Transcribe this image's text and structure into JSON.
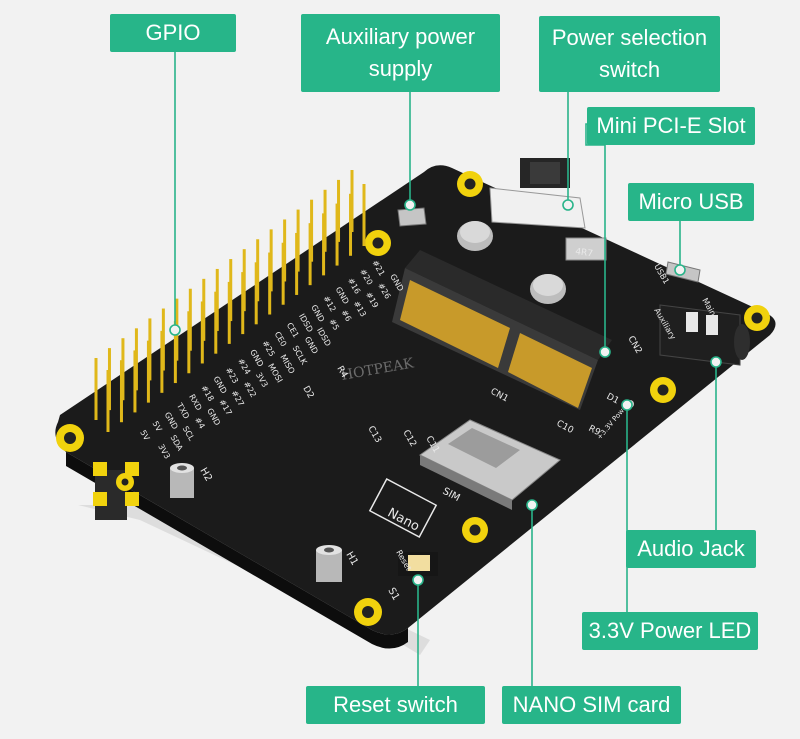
{
  "image_title": "",
  "colors": {
    "callout_bg": "#27b589",
    "leader_line": "#29b48a",
    "pcb": "#1b1b1b",
    "pad_gold": "#f1d20d",
    "background": "#f2f2f2"
  },
  "callouts": {
    "gpio": "GPIO",
    "aux_power": "Auxiliary power\nsupply",
    "power_select": "Power selection\nswitch",
    "mini_pcie": "Mini PCI-E Slot",
    "micro_usb": "Micro USB",
    "audio_jack": "Audio Jack",
    "power_led": "3.3V Power LED",
    "reset_switch": "Reset switch",
    "nano_sim": "NANO SIM card"
  },
  "silkscreen": {
    "sim_nano": "Nano",
    "sim": "SIM",
    "reset": "Reset",
    "h1": "H1",
    "h2": "H2",
    "s1": "S1",
    "cn1": "CN1",
    "cn2": "CN2",
    "d1": "D1",
    "d2": "D2",
    "r4": "R4",
    "c13": "C13",
    "c12": "C12",
    "c11": "C11",
    "c10": "C10",
    "r9": "R9",
    "power_3v3": "+3.3V Power",
    "main": "Main",
    "auxiliary": "Auxiliary",
    "usb1": "USB1",
    "inductor": "4R7",
    "watermark": "HOTPEAK",
    "gpio_left_row": [
      "5V",
      "5V",
      "GND",
      "TXD",
      "RXD",
      "#18",
      "GND",
      "#23",
      "#24",
      "GND",
      "#25",
      "CE0",
      "CE1",
      "IDSD",
      "GND",
      "#12",
      "GND",
      "#16",
      "#20",
      "#21"
    ],
    "gpio_right_row": [
      "3V3",
      "SDA",
      "SCL",
      "#4",
      "GND",
      "#17",
      "#27",
      "#22",
      "3V3",
      "MOSI",
      "MISO",
      "SCLK",
      "GND",
      "IDSD",
      "#5",
      "#6",
      "#13",
      "#19",
      "#26",
      "GND"
    ]
  }
}
